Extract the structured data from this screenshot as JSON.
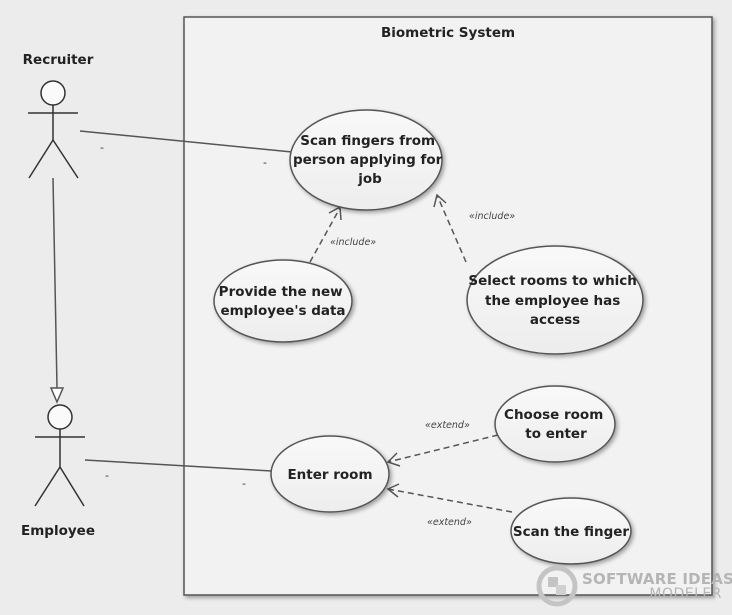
{
  "system": {
    "title": "Biometric System"
  },
  "actors": {
    "recruiter": "Recruiter",
    "employee": "Employee"
  },
  "use_cases": {
    "scan_fingers": [
      "Scan fingers from",
      "person applying for",
      "job"
    ],
    "provide_data": [
      "Provide the new",
      "employee's data"
    ],
    "select_rooms": [
      "Select rooms to which",
      "the employee has",
      "access"
    ],
    "choose_room": [
      "Choose room",
      "to enter"
    ],
    "enter_room": [
      "Enter room"
    ],
    "scan_finger": [
      "Scan the finger"
    ]
  },
  "stereotypes": {
    "include": "«include»",
    "extend": "«extend»"
  },
  "multiplicity": "-",
  "watermark": {
    "line1": "SOFTWARE IDEAS",
    "line2": "MODELER"
  }
}
